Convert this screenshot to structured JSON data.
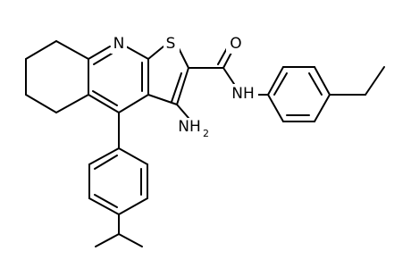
{
  "molecule": {
    "atoms": {
      "n_ring": "N",
      "s_ring": "S",
      "o_carbonyl": "O",
      "nh_amide": "NH",
      "nh2_amino_main": "NH",
      "nh2_amino_sub": "2"
    }
  }
}
